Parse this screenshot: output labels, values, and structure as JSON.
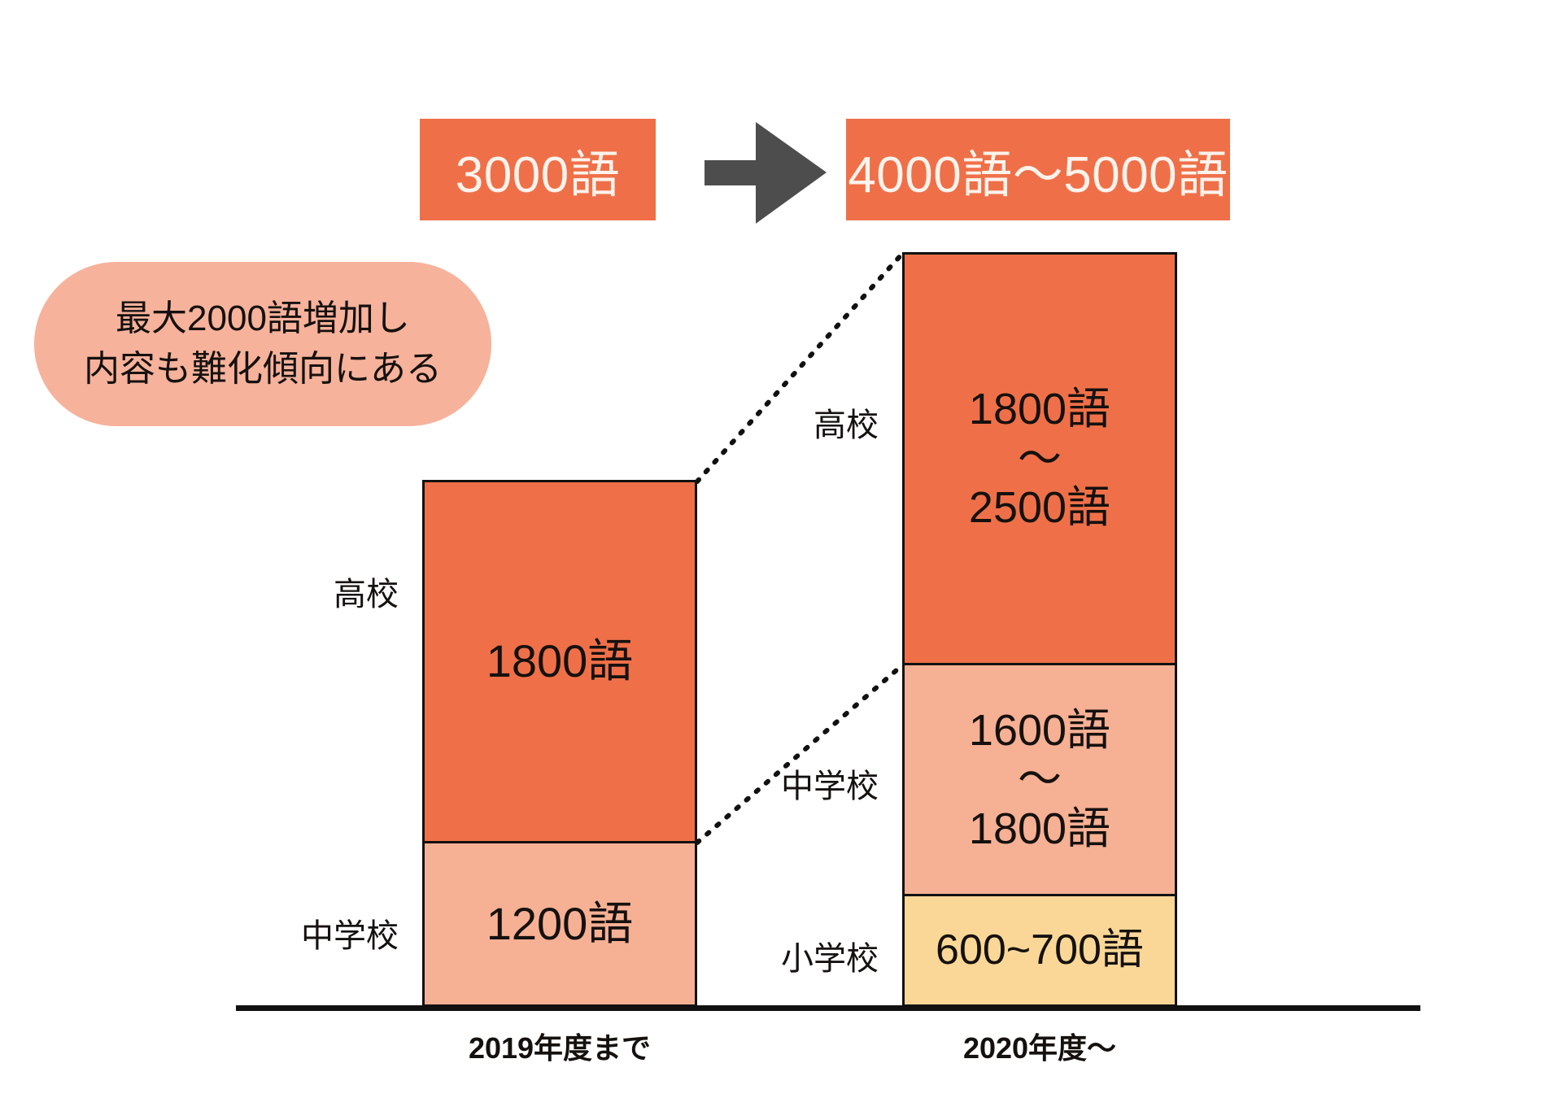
{
  "banner": {
    "before_label": "3000語",
    "arrow_icon": "arrow-right-icon",
    "after_label": "4000語〜5000語"
  },
  "callout": {
    "line1": "最大2000語増加し",
    "line2": "内容も難化傾向にある"
  },
  "chart_data": {
    "type": "bar",
    "subtype": "stacked-bar",
    "title": "",
    "xlabel": "",
    "ylabel": "",
    "grid": false,
    "legend": "none",
    "categories": [
      "2019年度まで",
      "2020年度〜"
    ],
    "stack_order_bottom_to_top": [
      "小学校",
      "中学校",
      "高校"
    ],
    "series": [
      {
        "name": "小学校",
        "color": "#fbd797",
        "values": [
          0,
          650
        ],
        "labels": [
          "",
          "600~700語"
        ],
        "ranges": [
          null,
          [
            600,
            700
          ]
        ]
      },
      {
        "name": "中学校",
        "color": "#f6b094",
        "values": [
          1200,
          1700
        ],
        "labels": [
          "1200語",
          "1600語〜1800語"
        ],
        "ranges": [
          [
            1200,
            1200
          ],
          [
            1600,
            1800
          ]
        ]
      },
      {
        "name": "高校",
        "color": "#ef7048",
        "values": [
          1800,
          2150
        ],
        "labels": [
          "1800語",
          "1800語〜2500語"
        ],
        "ranges": [
          [
            1800,
            1800
          ],
          [
            1800,
            2500
          ]
        ]
      }
    ],
    "totals": [
      3000,
      4500
    ],
    "totals_labels": [
      "3000語",
      "4000語〜5000語"
    ]
  },
  "left_bar": {
    "axis_caption": "2019年度まで",
    "segments": [
      {
        "row_label": "高校",
        "value_line1": "1800語",
        "value_line2": "",
        "value_line3": ""
      },
      {
        "row_label": "中学校",
        "value_line1": "1200語",
        "value_line2": "",
        "value_line3": ""
      }
    ]
  },
  "right_bar": {
    "axis_caption": "2020年度〜",
    "segments": [
      {
        "row_label": "高校",
        "value_line1": "1800語",
        "value_line2": "〜",
        "value_line3": "2500語"
      },
      {
        "row_label": "中学校",
        "value_line1": "1600語",
        "value_line2": "〜",
        "value_line3": "1800語"
      },
      {
        "row_label": "小学校",
        "value_line1": "600~700語",
        "value_line2": "",
        "value_line3": ""
      }
    ]
  },
  "colors": {
    "accent_orange": "#ef7048",
    "mid_pink": "#f6b094",
    "callout_pink": "#f6b29b",
    "elementary_yellow": "#fbd797",
    "arrow_gray": "#4d4d4d",
    "ink": "#15110f",
    "banner_text": "#fdf3ec"
  }
}
